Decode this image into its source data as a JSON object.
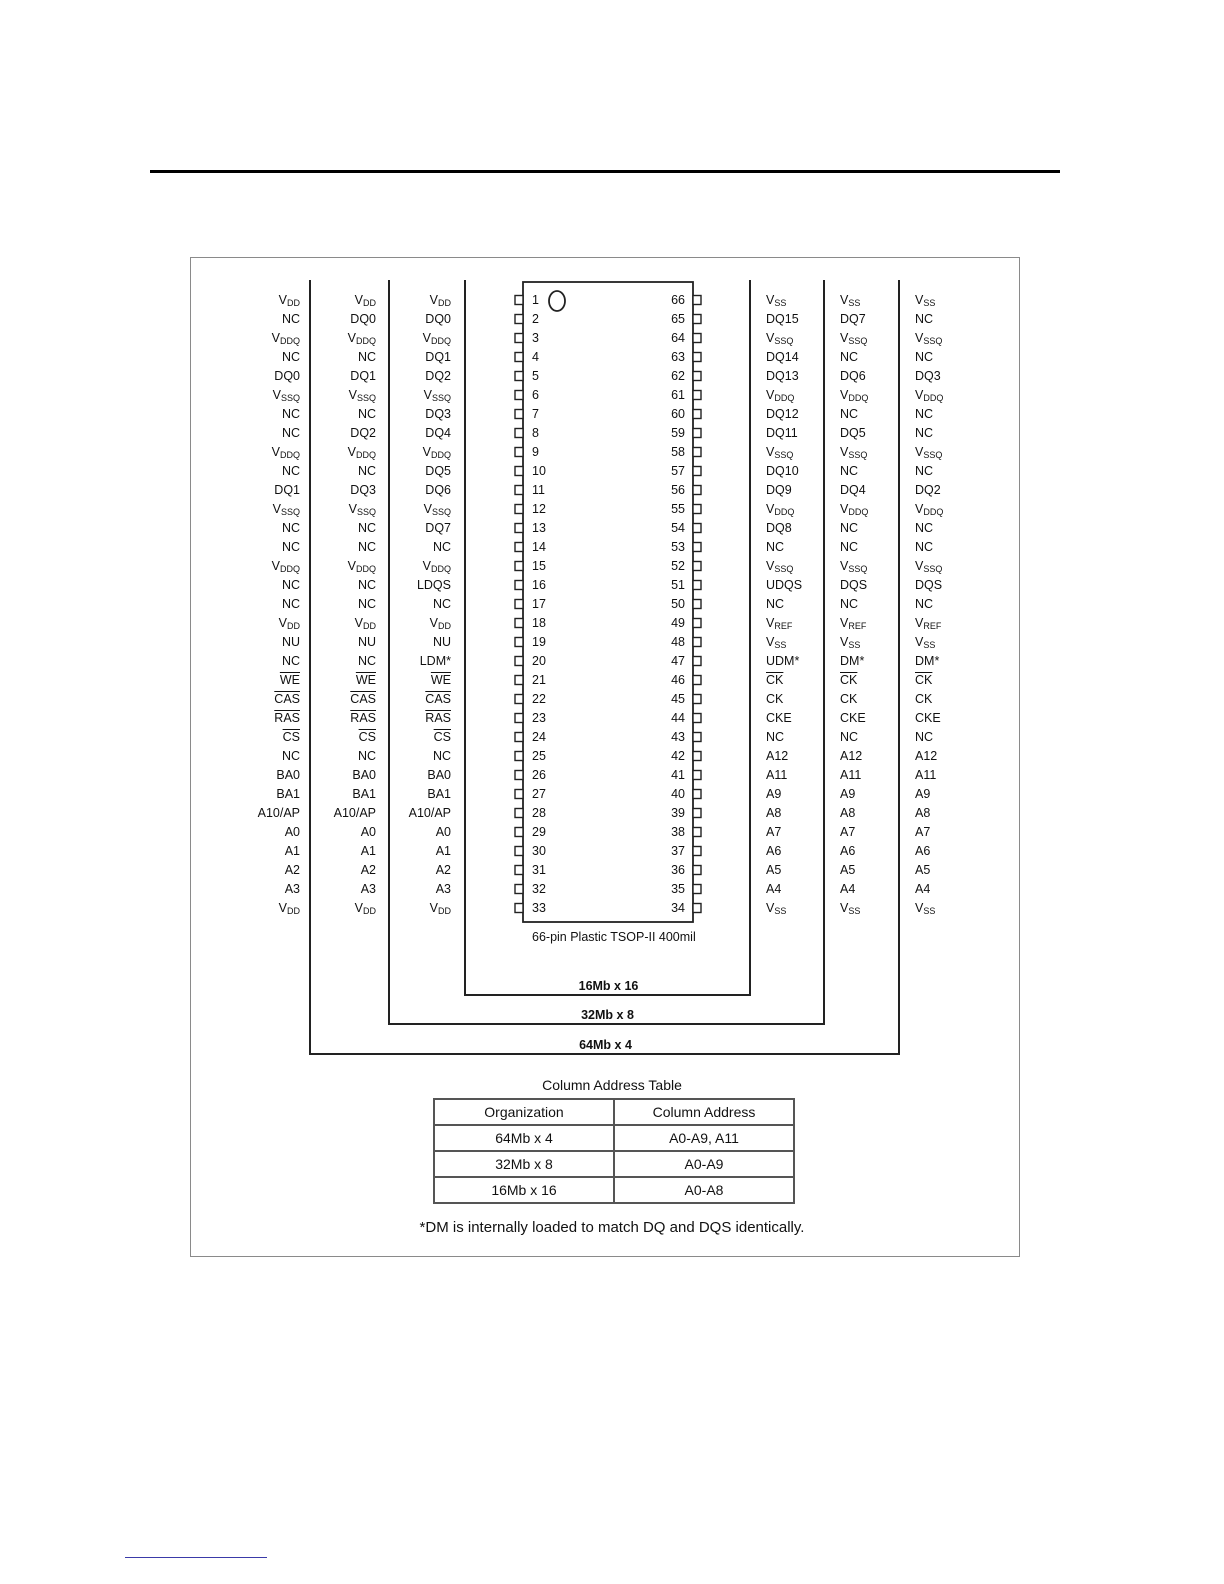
{
  "diagram": {
    "package_caption": "66-pin Plastic TSOP-II 400mil",
    "organizations": [
      "64Mb x 4",
      "32Mb x 8",
      "16Mb x 16"
    ],
    "left_pins": [
      [
        "V|DD",
        "V|DD",
        "V|DD"
      ],
      [
        "NC",
        "DQ0",
        "DQ0"
      ],
      [
        "V|DDQ",
        "V|DDQ",
        "V|DDQ"
      ],
      [
        "NC",
        "NC",
        "DQ1"
      ],
      [
        "DQ0",
        "DQ1",
        "DQ2"
      ],
      [
        "V|SSQ",
        "V|SSQ",
        "V|SSQ"
      ],
      [
        "NC",
        "NC",
        "DQ3"
      ],
      [
        "NC",
        "DQ2",
        "DQ4"
      ],
      [
        "V|DDQ",
        "V|DDQ",
        "V|DDQ"
      ],
      [
        "NC",
        "NC",
        "DQ5"
      ],
      [
        "DQ1",
        "DQ3",
        "DQ6"
      ],
      [
        "V|SSQ",
        "V|SSQ",
        "V|SSQ"
      ],
      [
        "NC",
        "NC",
        "DQ7"
      ],
      [
        "NC",
        "NC",
        "NC"
      ],
      [
        "V|DDQ",
        "V|DDQ",
        "V|DDQ"
      ],
      [
        "NC",
        "NC",
        "LDQS"
      ],
      [
        "NC",
        "NC",
        "NC"
      ],
      [
        "V|DD",
        "V|DD",
        "V|DD"
      ],
      [
        "NU",
        "NU",
        "NU"
      ],
      [
        "NC",
        "NC",
        "LDM*"
      ],
      [
        "~WE",
        "~WE",
        "~WE"
      ],
      [
        "~CAS",
        "~CAS",
        "~CAS"
      ],
      [
        "~RAS",
        "~RAS",
        "~RAS"
      ],
      [
        "~CS",
        "~CS",
        "~CS"
      ],
      [
        "NC",
        "NC",
        "NC"
      ],
      [
        "BA0",
        "BA0",
        "BA0"
      ],
      [
        "BA1",
        "BA1",
        "BA1"
      ],
      [
        "A10/AP",
        "A10/AP",
        "A10/AP"
      ],
      [
        "A0",
        "A0",
        "A0"
      ],
      [
        "A1",
        "A1",
        "A1"
      ],
      [
        "A2",
        "A2",
        "A2"
      ],
      [
        "A3",
        "A3",
        "A3"
      ],
      [
        "V|DD",
        "V|DD",
        "V|DD"
      ]
    ],
    "right_pins": [
      [
        "V|SS",
        "V|SS",
        "V|SS"
      ],
      [
        "DQ15",
        "DQ7",
        "NC"
      ],
      [
        "V|SSQ",
        "V|SSQ",
        "V|SSQ"
      ],
      [
        "DQ14",
        "NC",
        "NC"
      ],
      [
        "DQ13",
        "DQ6",
        "DQ3"
      ],
      [
        "V|DDQ",
        "V|DDQ",
        "V|DDQ"
      ],
      [
        "DQ12",
        "NC",
        "NC"
      ],
      [
        "DQ11",
        "DQ5",
        "NC"
      ],
      [
        "V|SSQ",
        "V|SSQ",
        "V|SSQ"
      ],
      [
        "DQ10",
        "NC",
        "NC"
      ],
      [
        "DQ9",
        "DQ4",
        "DQ2"
      ],
      [
        "V|DDQ",
        "V|DDQ",
        "V|DDQ"
      ],
      [
        "DQ8",
        "NC",
        "NC"
      ],
      [
        "NC",
        "NC",
        "NC"
      ],
      [
        "V|SSQ",
        "V|SSQ",
        "V|SSQ"
      ],
      [
        "UDQS",
        "DQS",
        "DQS"
      ],
      [
        "NC",
        "NC",
        "NC"
      ],
      [
        "V|REF",
        "V|REF",
        "V|REF"
      ],
      [
        "V|SS",
        "V|SS",
        "V|SS"
      ],
      [
        "UDM*",
        "DM*",
        "DM*"
      ],
      [
        "~CK",
        "~CK",
        "~CK"
      ],
      [
        "CK",
        "CK",
        "CK"
      ],
      [
        "CKE",
        "CKE",
        "CKE"
      ],
      [
        "NC",
        "NC",
        "NC"
      ],
      [
        "A12",
        "A12",
        "A12"
      ],
      [
        "A11",
        "A11",
        "A11"
      ],
      [
        "A9",
        "A9",
        "A9"
      ],
      [
        "A8",
        "A8",
        "A8"
      ],
      [
        "A7",
        "A7",
        "A7"
      ],
      [
        "A6",
        "A6",
        "A6"
      ],
      [
        "A5",
        "A5",
        "A5"
      ],
      [
        "A4",
        "A4",
        "A4"
      ],
      [
        "V|SS",
        "V|SS",
        "V|SS"
      ]
    ]
  },
  "column_address_table": {
    "title": "Column Address Table",
    "headers": [
      "Organization",
      "Column Address"
    ],
    "rows": [
      [
        "64Mb x 4",
        "A0-A9, A11"
      ],
      [
        "32Mb x 8",
        "A0-A9"
      ],
      [
        "16Mb x 16",
        "A0-A8"
      ]
    ]
  },
  "footnote": "*DM is internally loaded to match DQ and DQS identically."
}
